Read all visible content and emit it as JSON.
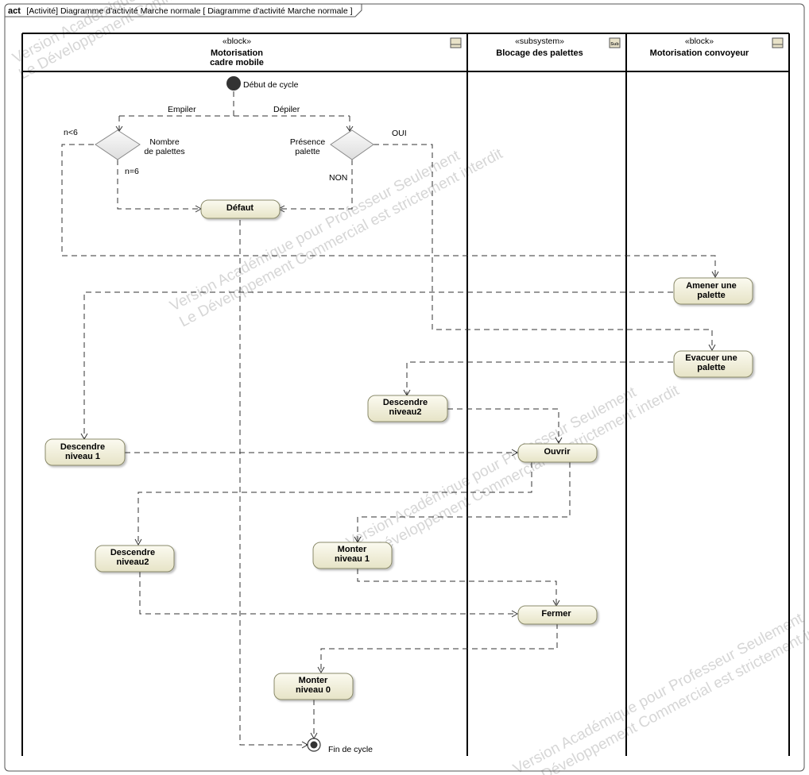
{
  "frame": {
    "kind": "act",
    "title": "[Activité] Diagramme d'activité Marche normale [ Diagramme d'activité Marche normale ]"
  },
  "lanes": [
    {
      "stereotype": "«block»",
      "name_line1": "Motorisation",
      "name_line2": "cadre mobile",
      "icon": "block-icon"
    },
    {
      "stereotype": "«subsystem»",
      "name_line1": "Blocage des palettes",
      "name_line2": "",
      "icon": "subsystem-icon",
      "icon_label": "Sub"
    },
    {
      "stereotype": "«block»",
      "name_line1": "Motorisation convoyeur",
      "name_line2": "",
      "icon": "block-icon"
    }
  ],
  "nodes": {
    "initial_label": "Début de cycle",
    "final_label": "Fin de cycle",
    "decision_palettes": {
      "line1": "Nombre",
      "line2": "de palettes"
    },
    "decision_presence": {
      "line1": "Présence",
      "line2": "palette"
    }
  },
  "actions": {
    "defaut": {
      "line1": "Défaut",
      "line2": ""
    },
    "amener": {
      "line1": "Amener une",
      "line2": "palette"
    },
    "evacuer": {
      "line1": "Evacuer une",
      "line2": "palette"
    },
    "descendre_n2_mid": {
      "line1": "Descendre",
      "line2": "niveau2"
    },
    "descendre_n1": {
      "line1": "Descendre",
      "line2": "niveau 1"
    },
    "ouvrir": {
      "line1": "Ouvrir",
      "line2": ""
    },
    "descendre_n2_left": {
      "line1": "Descendre",
      "line2": "niveau2"
    },
    "monter_n1": {
      "line1": "Monter",
      "line2": "niveau 1"
    },
    "fermer": {
      "line1": "Fermer",
      "line2": ""
    },
    "monter_n0": {
      "line1": "Monter",
      "line2": "niveau 0"
    }
  },
  "guards": {
    "empiler": "Empiler",
    "depiler": "Dépiler",
    "n_lt_6": "n<6",
    "n_eq_6": "n=6",
    "oui": "OUI",
    "non": "NON"
  },
  "watermarks": [
    "Version Académique pour Professeur Seulement",
    "Le Développement Commercial est strictement interdit"
  ],
  "colors": {
    "action_top": "#fbfaf0",
    "action_bottom": "#e6e3c6",
    "action_border": "#8a8a6a",
    "lane_border": "#000000",
    "flow": "#333333",
    "watermark": "#d6d6d6"
  }
}
